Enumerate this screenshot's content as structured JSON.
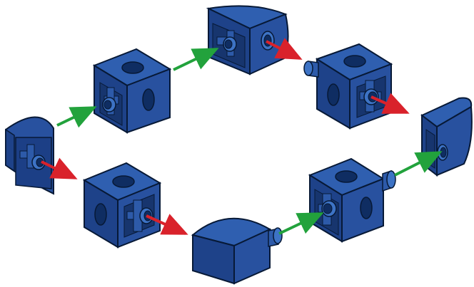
{
  "diagram": {
    "kind": "assembly-sequence",
    "colors": {
      "block_top": "#2f5fb0",
      "block_left": "#1e4289",
      "block_right": "#28519f",
      "outline": "#071936",
      "hole": "#0f2d62",
      "peg": "#3d73c5",
      "arrow_green": "#22a23c",
      "arrow_red": "#d9222b"
    },
    "arrow_count": {
      "green": 4,
      "red": 4
    }
  }
}
